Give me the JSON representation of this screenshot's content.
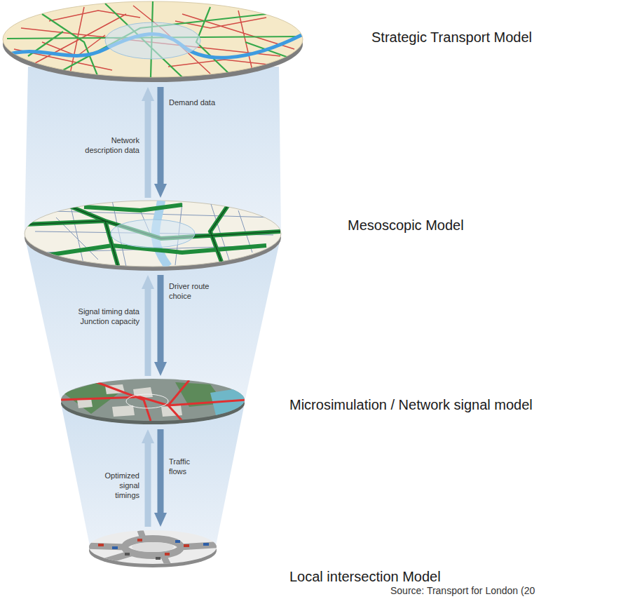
{
  "diagram": {
    "nodes": [
      {
        "text": [
          "Strategic Transport Model"
        ]
      },
      {
        "text": [
          "Mesoscopic Model"
        ]
      },
      {
        "text": [
          "Microsimulation / Network signal model"
        ]
      },
      {
        "text": [
          "Local intersection Model"
        ]
      }
    ],
    "edges": [
      {
        "from": 0,
        "to": 1,
        "label": "Demand data",
        "arrow": "to"
      },
      {
        "from": 1,
        "to": 0,
        "label": "Network description data",
        "arrow": "to"
      },
      {
        "from": 1,
        "to": 2,
        "label": "Driver route choice",
        "arrow": "to"
      },
      {
        "from": 2,
        "to": 1,
        "label": "Signal timing data Junction capacity",
        "arrow": "to"
      },
      {
        "from": 2,
        "to": 3,
        "label": "Traffic flows",
        "arrow": "to"
      },
      {
        "from": 3,
        "to": 2,
        "label": "Optimized signal timings",
        "arrow": "to"
      }
    ],
    "labels": [
      "Source: Transport for London (20"
    ]
  }
}
